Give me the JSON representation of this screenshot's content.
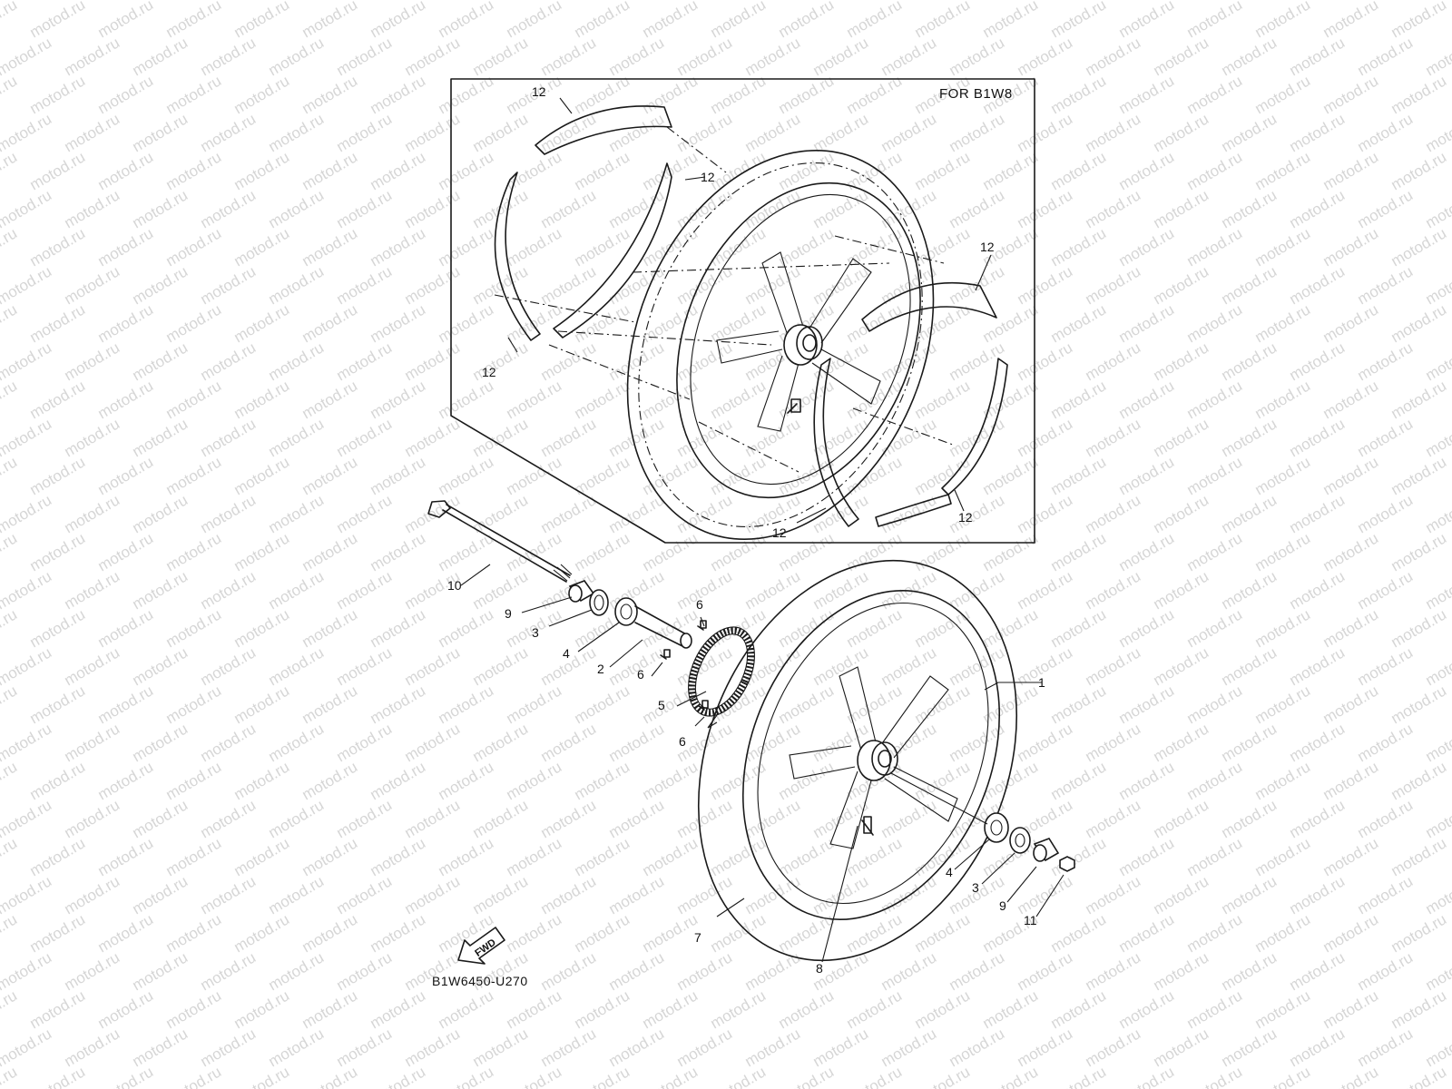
{
  "watermark": "motod.ru",
  "inset": {
    "note": "FOR B1W8"
  },
  "diagram_code": "B1W6450-U270",
  "fwd_label": "FWD",
  "part_labels": {
    "p1": "1",
    "p2": "2",
    "p3a": "3",
    "p3b": "3",
    "p4a": "4",
    "p4b": "4",
    "p5": "5",
    "p6a": "6",
    "p6b": "6",
    "p6c": "6",
    "p7": "7",
    "p8": "8",
    "p9a": "9",
    "p9b": "9",
    "p10": "10",
    "p11": "11",
    "p12a": "12",
    "p12b": "12",
    "p12c": "12",
    "p12d": "12",
    "p12e": "12",
    "p12f": "12"
  }
}
